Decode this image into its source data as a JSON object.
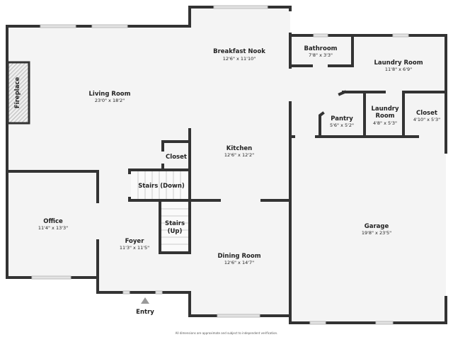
{
  "plan": {
    "rooms": {
      "living": {
        "name": "Living Room",
        "dim": "23'0\" x 18'2\""
      },
      "nook": {
        "name": "Breakfast Nook",
        "dim": "12'6\" x 11'10\""
      },
      "bathroom": {
        "name": "Bathroom",
        "dim": "7'8\" x 3'3\""
      },
      "laundry_big": {
        "name": "Laundry Room",
        "dim": "11'8\" x 6'9\""
      },
      "pantry": {
        "name": "Pantry",
        "dim": "5'6\" x 5'2\""
      },
      "laundry_small": {
        "name_line1": "Laundry",
        "name_line2": "Room",
        "dim": "4'8\" x 5'3\""
      },
      "closet_right": {
        "name": "Closet",
        "dim": "4'10\" x 5'3\""
      },
      "fireplace": {
        "name": "Fireplace"
      },
      "closet_center": {
        "name": "Closet"
      },
      "kitchen": {
        "name": "Kitchen",
        "dim": "12'6\" x 12'2\""
      },
      "stairs_down": {
        "name": "Stairs (Down)"
      },
      "stairs_up": {
        "name_line1": "Stairs",
        "name_line2": "(Up)"
      },
      "office": {
        "name": "Office",
        "dim": "11'4\" x 13'3\""
      },
      "foyer": {
        "name": "Foyer",
        "dim": "11'3\" x 11'5\""
      },
      "dining": {
        "name": "Dining Room",
        "dim": "12'6\" x 14'7\""
      },
      "garage": {
        "name": "Garage",
        "dim": "19'8\" x 23'5\""
      }
    },
    "entry": {
      "label": "Entry",
      "icon": "triangle-up-arrow"
    },
    "disclaimer": "All dimensions are approximate and subject to independent verification.",
    "colors": {
      "wall": "#333333",
      "floor": "#f4f4f4",
      "entry_arrow": "#999999"
    }
  }
}
